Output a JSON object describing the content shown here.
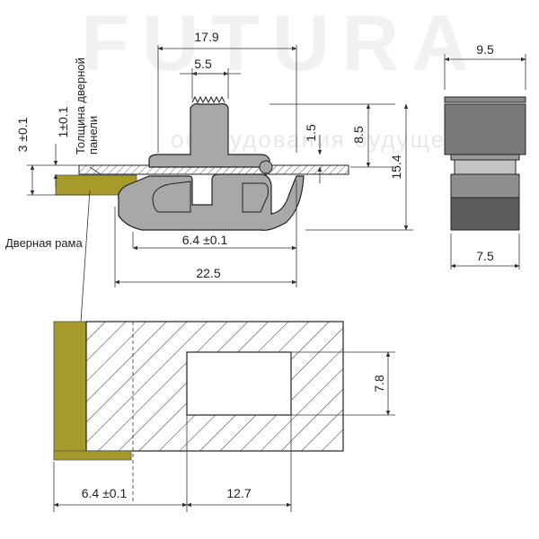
{
  "watermark": {
    "brand": "FUTURA",
    "tagline": "оборудования будущего"
  },
  "profile_view": {
    "dims": {
      "top_width": "17.9",
      "tooth_width": "5.5",
      "flange_height": "1.5",
      "upper_height": "8.5",
      "total_height": "15.4",
      "groove_width": "6.4 ±0.1",
      "base_width": "22.5"
    },
    "side_dims": {
      "a": "3 ±0.1",
      "b": "1±0.1"
    },
    "labels": {
      "panel_thickness": [
        "Толщина дверной",
        "панели"
      ],
      "door_frame": "Дверная рама"
    }
  },
  "end_view": {
    "dims": {
      "top": "9.5",
      "bottom": "7.5"
    }
  },
  "cutout_view": {
    "dims": {
      "height": "7.8",
      "groove": "6.4 ±0.1",
      "width": "12.7"
    }
  },
  "colors": {
    "frame": "#a59a2a",
    "profile": "#a8a8a8",
    "dark": "#5c5c5c"
  }
}
